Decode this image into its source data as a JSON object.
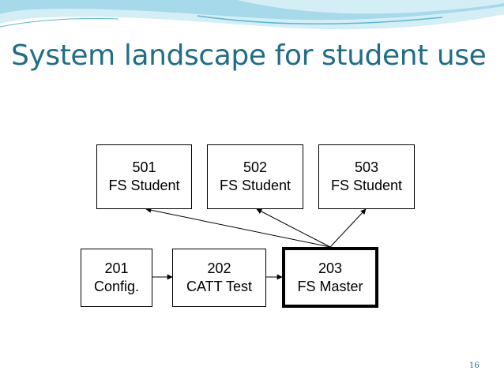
{
  "slide": {
    "title": "System landscape for student use",
    "page_number": "16",
    "theme_colors": {
      "title": "#1f6e86",
      "wave_light": "#d4eef6",
      "wave_mid": "#a6d9ea",
      "wave_accent": "#5cb8d6"
    }
  },
  "diagram": {
    "top_row": [
      {
        "id": "501",
        "label": "FS Student"
      },
      {
        "id": "502",
        "label": "FS Student"
      },
      {
        "id": "503",
        "label": "FS Student"
      }
    ],
    "bottom_row": [
      {
        "id": "201",
        "label": "Config."
      },
      {
        "id": "202",
        "label": "CATT Test"
      },
      {
        "id": "203",
        "label": "FS Master",
        "emphasis": "bold-border"
      }
    ],
    "connections": [
      {
        "from": "201",
        "to": "202"
      },
      {
        "from": "202",
        "to": "203"
      },
      {
        "from": "203",
        "to": "501"
      },
      {
        "from": "203",
        "to": "502"
      },
      {
        "from": "203",
        "to": "503"
      }
    ]
  }
}
